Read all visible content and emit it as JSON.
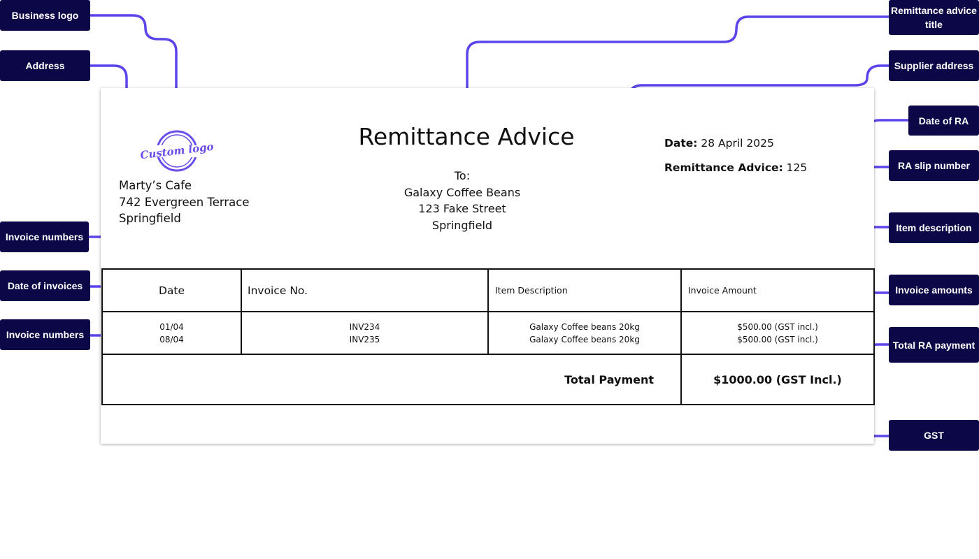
{
  "callouts": {
    "business_logo": "Business logo",
    "address": "Address",
    "invoice_numbers_header": "Invoice numbers",
    "date_of_invoices": "Date of invoices",
    "invoice_numbers_rows": "Invoice numbers",
    "remittance_title": "Remittance advice title",
    "supplier_address": "Supplier address",
    "date_of_ra": "Date of RA",
    "ra_slip_number": "RA slip number",
    "item_description": "Item description",
    "invoice_amounts": "Invoice amounts",
    "total_ra_payment": "Total RA payment",
    "gst": "GST"
  },
  "colors": {
    "callout_bg": "#0c0847",
    "connector": "#5b45ea"
  },
  "logo": {
    "text": "Custom logo",
    "color": "#6c4dea"
  },
  "business": {
    "name": "Marty’s Cafe",
    "street": "742 Evergreen Terrace",
    "city": "Springfield"
  },
  "document": {
    "title": "Remittance Advice"
  },
  "supplier": {
    "to_label": "To:",
    "name": "Galaxy Coffee Beans",
    "street": "123 Fake Street",
    "city": "Springfield"
  },
  "meta": {
    "date_label": "Date:",
    "date_value": "28 April 2025",
    "ra_label": "Remittance Advice:",
    "ra_value": "125"
  },
  "table": {
    "headers": [
      "Date",
      "Invoice No.",
      "Item Description",
      "Invoice Amount"
    ],
    "rows": [
      {
        "date": "01/04",
        "invoice": "INV234",
        "description": "Galaxy Coffee beans 20kg",
        "amount": "$500.00 (GST incl.)"
      },
      {
        "date": "08/04",
        "invoice": "INV235",
        "description": "Galaxy Coffee beans 20kg",
        "amount": "$500.00 (GST incl.)"
      }
    ],
    "total_label": "Total Payment",
    "total_value": "$1000.00 (GST Incl.)"
  }
}
